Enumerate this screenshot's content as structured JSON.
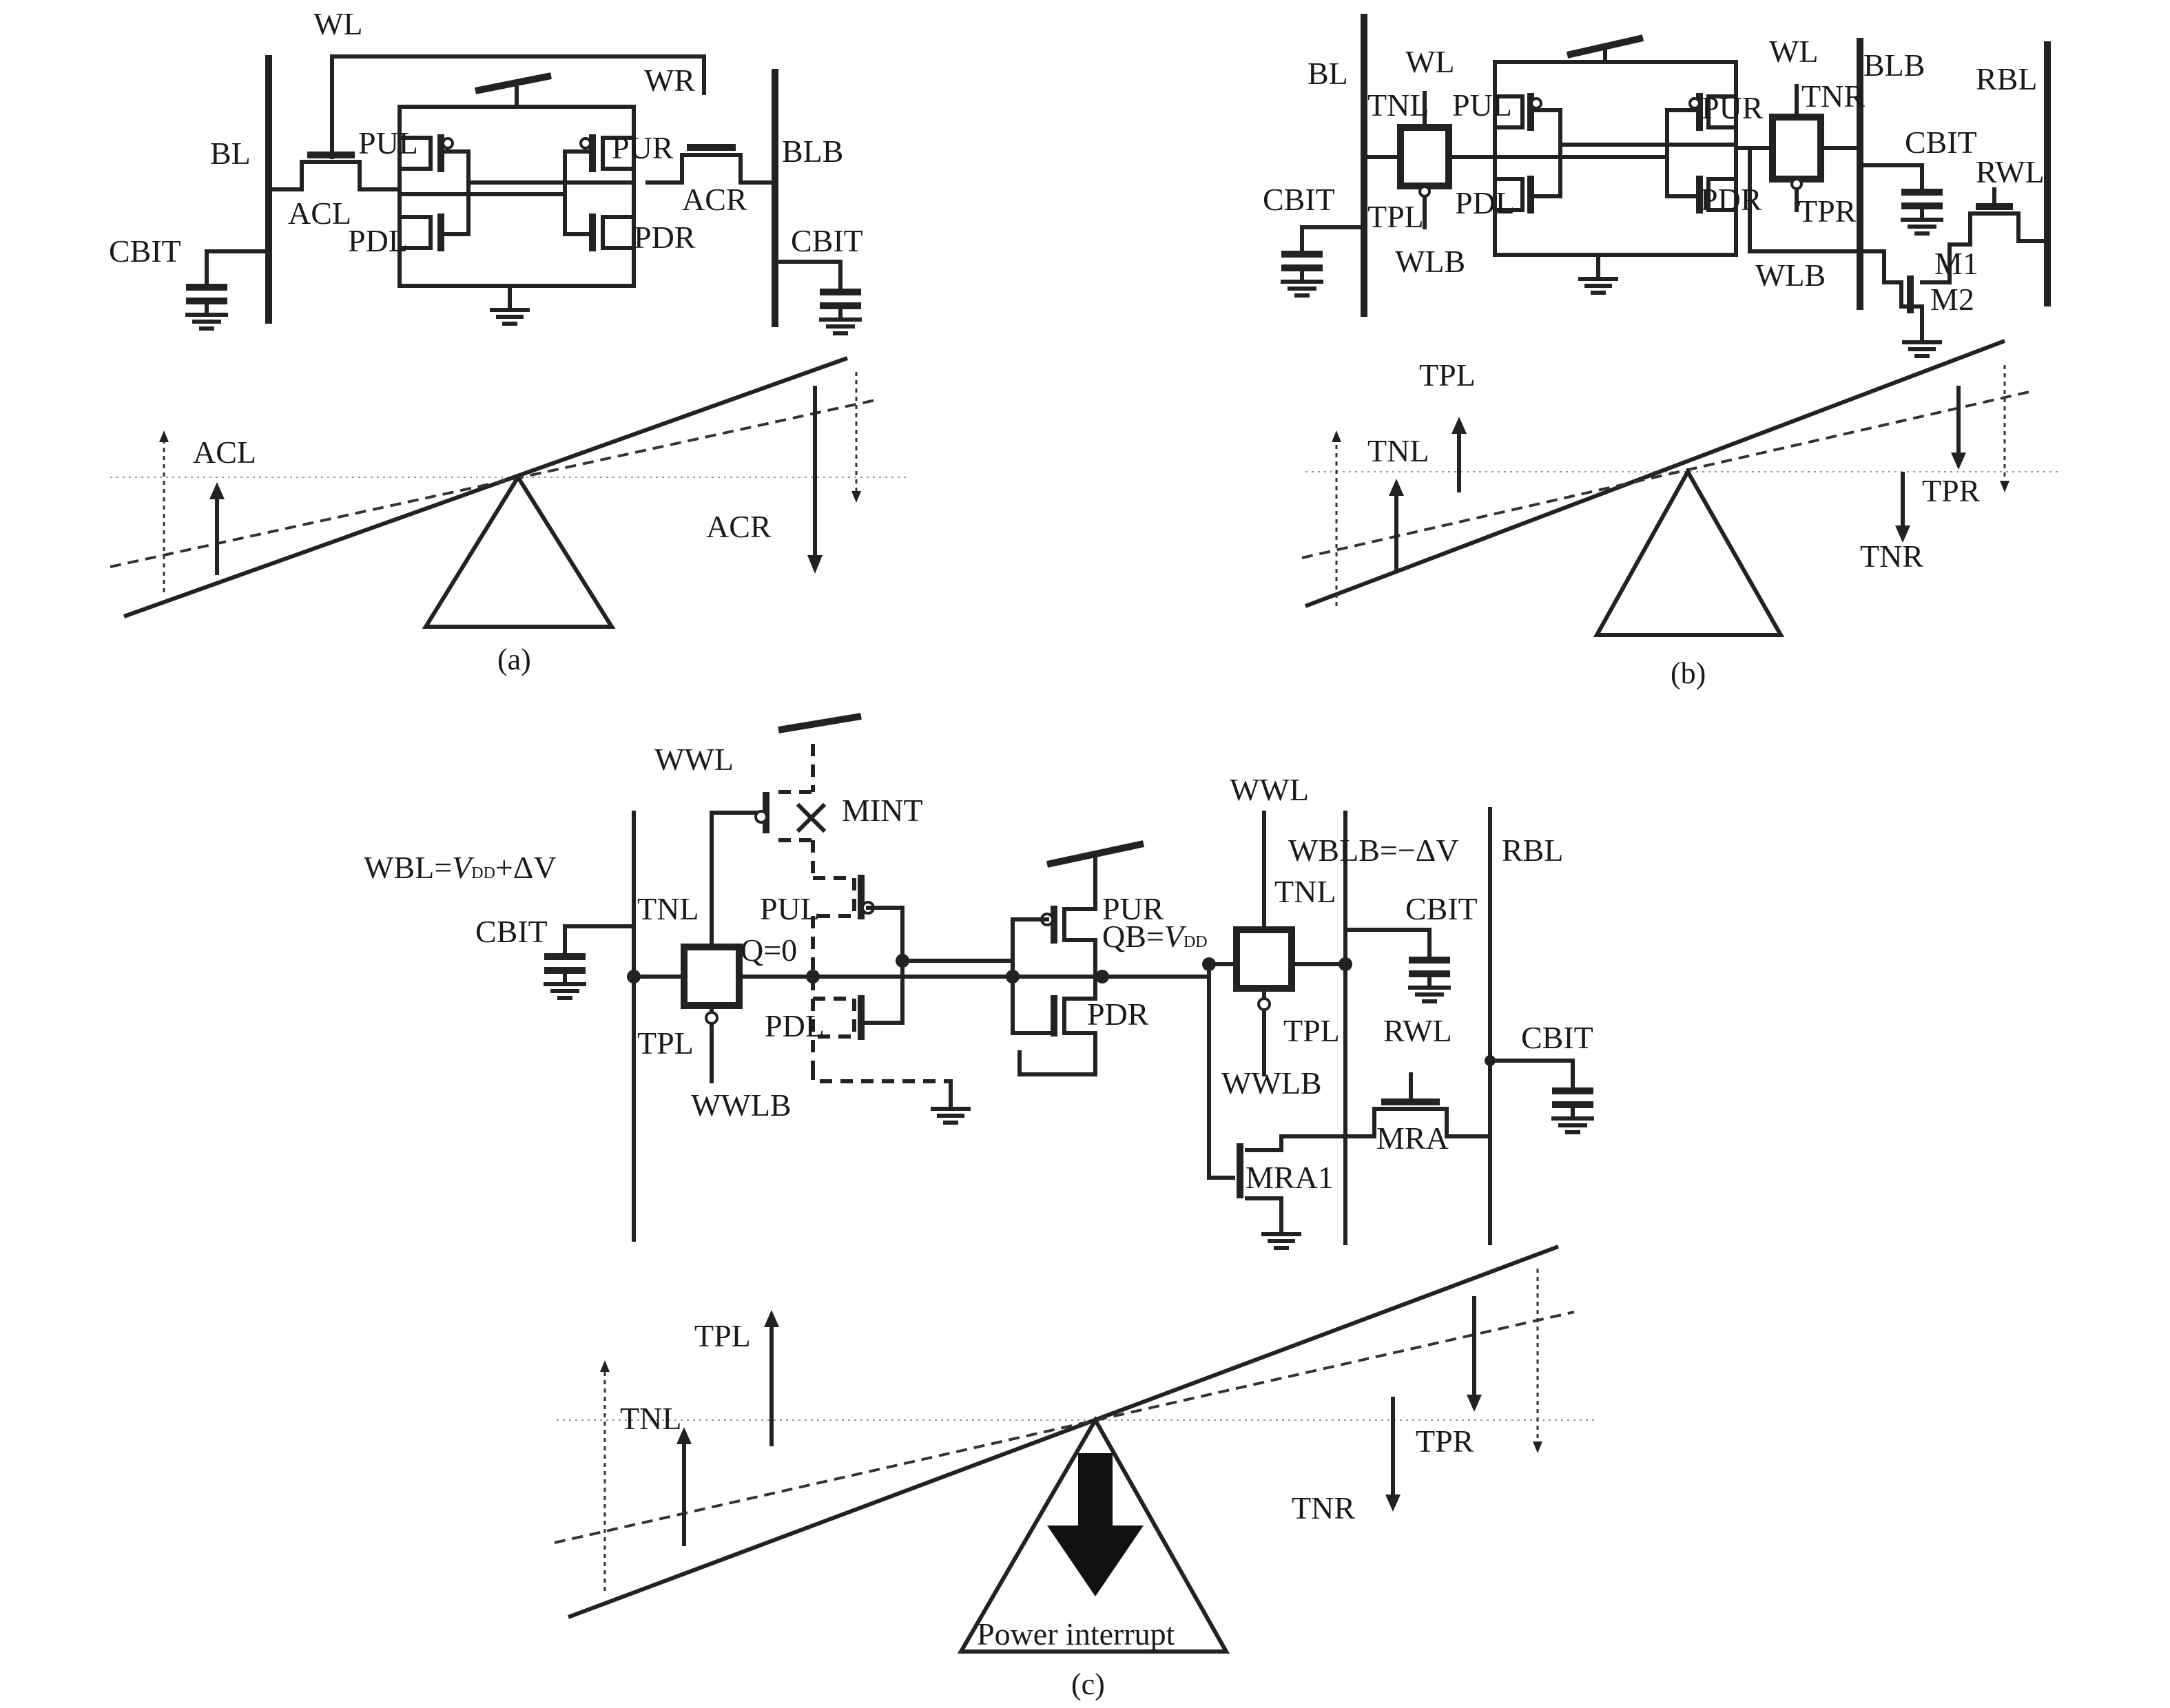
{
  "panel_a": {
    "caption": "(a)",
    "labels": {
      "wl": "WL",
      "wr": "WR",
      "bl": "BL",
      "blb": "BLB",
      "pul": "PUL",
      "pur": "PUR",
      "pdl": "PDL",
      "pdr": "PDR",
      "acl": "ACL",
      "acr": "ACR",
      "cbit_left": "CBIT",
      "cbit_right": "CBIT"
    },
    "balance": {
      "left_arrow": "ACL",
      "right_arrow": "ACR"
    }
  },
  "panel_b": {
    "caption": "(b)",
    "labels": {
      "bl": "BL",
      "wl_left": "WL",
      "wl_right": "WL",
      "blb": "BLB",
      "rbl": "RBL",
      "tnl": "TNL",
      "pul": "PUL",
      "pur": "PUR",
      "tnr": "TNR",
      "cbit_left": "CBIT",
      "cbit_right": "CBIT",
      "rwl": "RWL",
      "tpl": "TPL",
      "pdl": "PDL",
      "pdr": "PDR",
      "tpr": "TPR",
      "m1": "M1",
      "m2": "M2",
      "wlb_left": "WLB",
      "wlb_right": "WLB"
    },
    "balance": {
      "tpl": "TPL",
      "tnl": "TNL",
      "tpr": "TPR",
      "tnr": "TNR"
    }
  },
  "panel_c": {
    "caption": "(c)",
    "labels": {
      "wwl_left": "WWL",
      "mint": "MINT",
      "wbl_prefix": "WBL=",
      "wbl_v": "V",
      "wbl_sub": "DD",
      "wbl_suffix": "+ΔV",
      "cbit_left": "CBIT",
      "tnl_left": "TNL",
      "pul": "PUL",
      "q": "Q=0",
      "pdl": "PDL",
      "tpl_left": "TPL",
      "wwlb_left": "WWLB",
      "pur": "PUR",
      "qb_prefix": "QB=",
      "qb_v": "V",
      "qb_sub": "DD",
      "pdr": "PDR",
      "wwl_right": "WWL",
      "wblb": "WBLB=−ΔV",
      "rbl": "RBL",
      "tnl_right": "TNL",
      "cbit_mid": "CBIT",
      "tpl_right": "TPL",
      "rwl": "RWL",
      "cbit_right": "CBIT",
      "wwlb_right": "WWLB",
      "mra": "MRA",
      "mra1": "MRA1"
    },
    "balance": {
      "tpl": "TPL",
      "tnl": "TNL",
      "tpr": "TPR",
      "tnr": "TNR",
      "interrupt": "Power interrupt"
    }
  }
}
